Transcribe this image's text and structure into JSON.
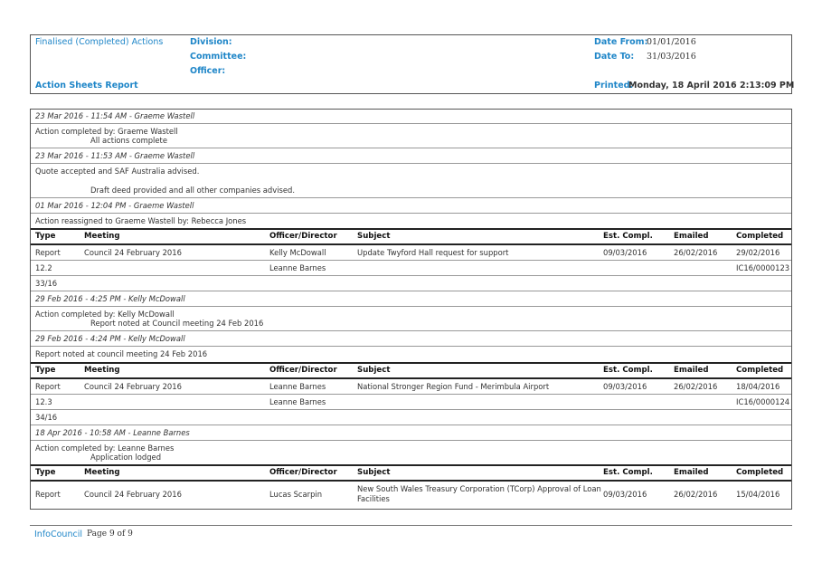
{
  "header": {
    "report_status": "Finalised (Completed) Actions",
    "report_title": "Action Sheets Report",
    "division_label": "Division:",
    "committee_label": "Committee:",
    "officer_label": "Officer:",
    "date_from_label": "Date From:",
    "date_from_value": "01/01/2016",
    "date_to_label": "Date To:",
    "date_to_value": "31/03/2016",
    "printed_label": "Printed:",
    "printed_value": "Monday, 18 April 2016  2:13:09 PM"
  },
  "columns": [
    "Type",
    "Meeting",
    "Officer/Director",
    "Subject",
    "Est. Compl.",
    "Emailed",
    "Completed"
  ],
  "block0_notes": [
    "23 Mar 2016 - 11:54 AM - Graeme Wastell",
    "Action completed by: Graeme Wastell",
    "All actions complete",
    "23 Mar 2016 - 11:53 AM - Graeme Wastell",
    "Quote accepted and SAF Australia advised.",
    "Draft deed provided and all other companies advised.",
    "01 Mar 2016 - 12:04 PM - Graeme Wastell",
    "Action reassigned to Graeme Wastell by: Rebecca Jones"
  ],
  "items": [
    {
      "type": "Report",
      "item_no": "12.2",
      "res_no": "33/16",
      "meeting": "Council 24 February 2016",
      "officer": "Kelly McDowall",
      "director": "Leanne Barnes",
      "subject": "Update Twyford Hall request for support",
      "est_compl": "09/03/2016",
      "emailed": "26/02/2016",
      "completed": "29/02/2016",
      "ref": "IC16/0000123",
      "notes": [
        "29 Feb 2016 - 4:25 PM - Kelly McDowall",
        "Action completed by: Kelly McDowall",
        "Report noted at Council meeting 24 Feb 2016",
        "29 Feb 2016 - 4:24 PM - Kelly McDowall",
        "Report noted at council meeting 24 Feb 2016"
      ]
    },
    {
      "type": "Report",
      "item_no": "12.3",
      "res_no": "34/16",
      "meeting": "Council 24 February 2016",
      "officer": "Leanne Barnes",
      "director": "Leanne Barnes",
      "subject": "National Stronger Region Fund - Merimbula Airport",
      "est_compl": "09/03/2016",
      "emailed": "26/02/2016",
      "completed": "18/04/2016",
      "ref": "IC16/0000124",
      "notes": [
        "18 Apr 2016 - 10:58 AM - Leanne Barnes",
        "Action completed by: Leanne Barnes",
        "Application lodged"
      ]
    },
    {
      "type": "Report",
      "meeting": "Council 24 February 2016",
      "officer": "Lucas Scarpin",
      "subject_line1": "New South Wales Treasury Corporation (TCorp) Approval of Loan",
      "subject_line2": "Facilities",
      "est_compl": "09/03/2016",
      "emailed": "26/02/2016",
      "completed": "15/04/2016"
    }
  ],
  "footer": {
    "app_name": "InfoCouncil",
    "page": "Page 9 of 9"
  }
}
